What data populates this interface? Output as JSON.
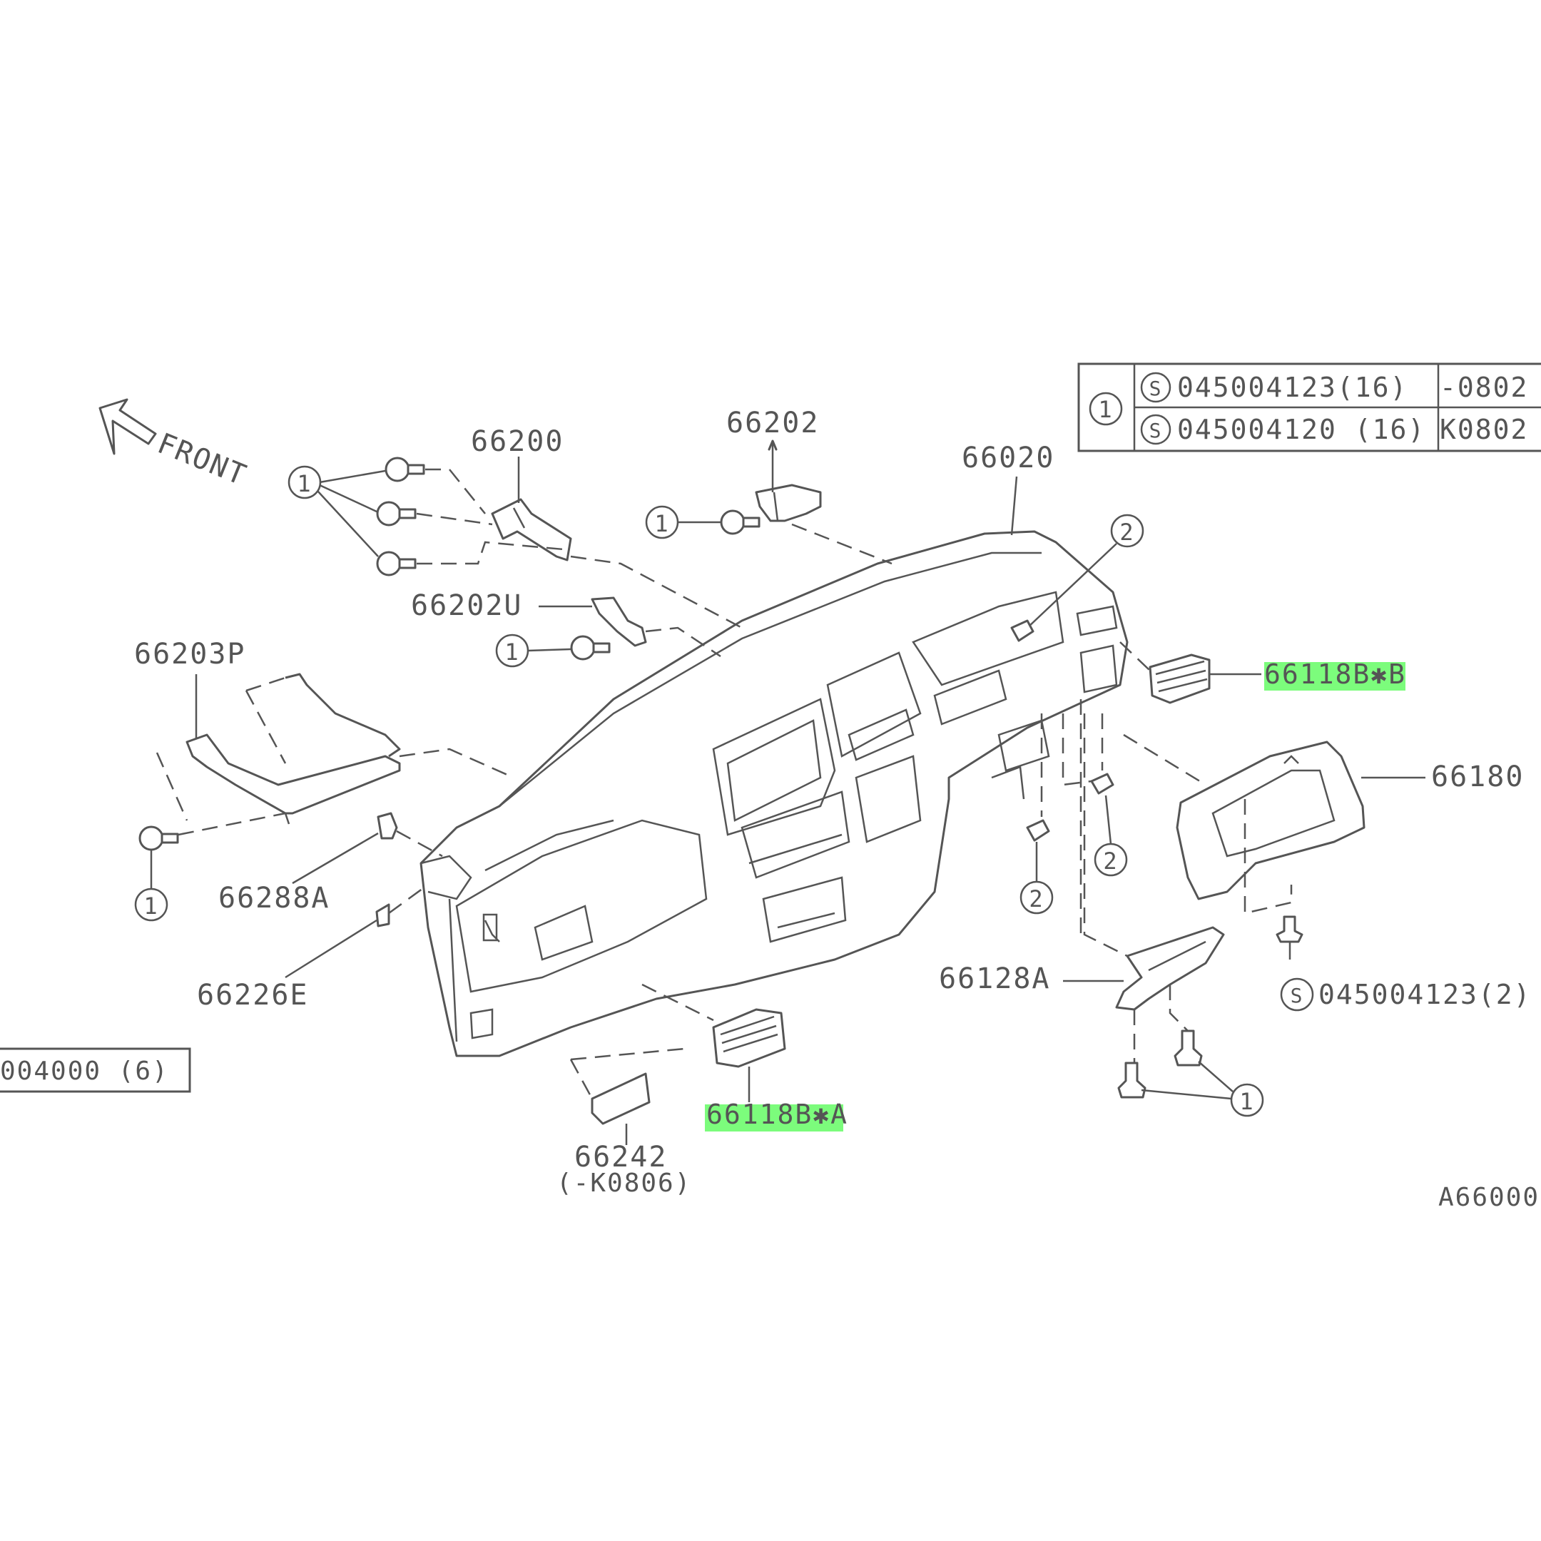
{
  "front_label": "FRONT",
  "labels": {
    "p66200": "66200",
    "p66202": "66202",
    "p66020": "66020",
    "p66202U": "66202U",
    "p66203P": "66203P",
    "p66288A": "66288A",
    "p66226E": "66226E",
    "p66118B_A": "66118B✱A",
    "p66118B_B": "66118B✱B",
    "p66180": "66180",
    "p66128A": "66128A",
    "p66242": "66242",
    "p66242_note": "(-K0806)",
    "screw_045004123_2": "045004123(2)",
    "diagram_code": "A66000",
    "left_box_text": "004000 (6)"
  },
  "callouts": {
    "one": "1",
    "two": "2",
    "s": "S"
  },
  "legend_table": {
    "key": "1",
    "rows": [
      {
        "prefix": "S",
        "part": "045004123(16)",
        "range": "-0802"
      },
      {
        "prefix": "S",
        "part": "045004120 (16)",
        "range": "K0802"
      }
    ]
  },
  "highlight_color": "#7CFC7C",
  "line_color": "#555555"
}
